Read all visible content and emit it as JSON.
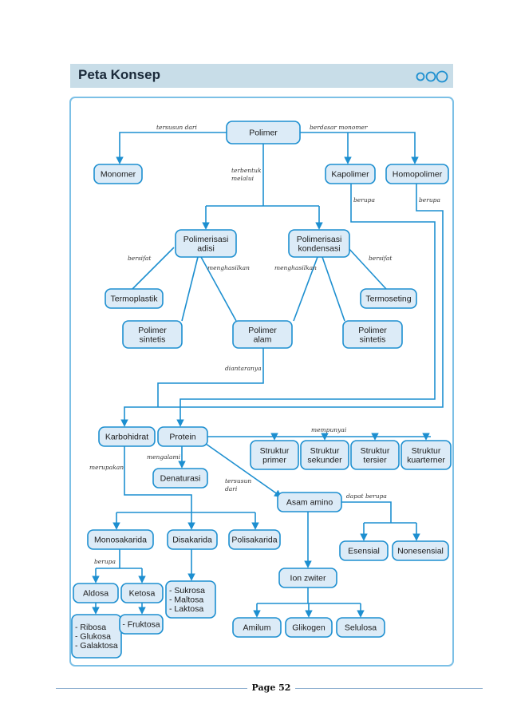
{
  "header": {
    "title": "Peta Konsep"
  },
  "footer": {
    "page": "Page 52"
  },
  "colors": {
    "accent": "#1d8fd0",
    "node_fill": "#dcebf7",
    "header_bg": "#c8dde8"
  },
  "nodes": {
    "polimer": [
      "Polimer"
    ],
    "monomer": [
      "Monomer"
    ],
    "kapolimer": [
      "Kapolimer"
    ],
    "homopolimer": [
      "Homopolimer"
    ],
    "adisi": [
      "Polimerisasi",
      "adisi"
    ],
    "kondensasi": [
      "Polimerisasi",
      "kondensasi"
    ],
    "termoplastik": [
      "Termoplastik"
    ],
    "termoseting": [
      "Termoseting"
    ],
    "sintetis1": [
      "Polimer",
      "sintetis"
    ],
    "alam": [
      "Polimer",
      "alam"
    ],
    "sintetis2": [
      "Polimer",
      "sintetis"
    ],
    "karbohidrat": [
      "Karbohidrat"
    ],
    "protein": [
      "Protein"
    ],
    "primer": [
      "Struktur",
      "primer"
    ],
    "sekunder": [
      "Struktur",
      "sekunder"
    ],
    "tersier": [
      "Struktur",
      "tersier"
    ],
    "kuarterner": [
      "Struktur",
      "kuarterner"
    ],
    "denaturasi": [
      "Denaturasi"
    ],
    "asam_amino": [
      "Asam amino"
    ],
    "monosakarida": [
      "Monosakarida"
    ],
    "disakarida": [
      "Disakarida"
    ],
    "polisakarida": [
      "Polisakarida"
    ],
    "esensial": [
      "Esensial"
    ],
    "nonesensial": [
      "Nonesensial"
    ],
    "aldosa": [
      "Aldosa"
    ],
    "ketosa": [
      "Ketosa"
    ],
    "ion_zwiter": [
      "Ion zwiter"
    ],
    "sukrosa": [
      "- Sukrosa",
      "- Maltosa",
      "- Laktosa"
    ],
    "ribosa": [
      "- Ribosa",
      "- Glukosa",
      "- Galaktosa"
    ],
    "fruktosa": [
      "- Fruktosa"
    ],
    "amilum": [
      "Amilum"
    ],
    "glikogen": [
      "Glikogen"
    ],
    "selulosa": [
      "Selulosa"
    ]
  },
  "labels": {
    "tersusun_dari": [
      "tersusun dari"
    ],
    "berdasar_monomer": [
      "berdasar monomer"
    ],
    "terbentuk_melalui": [
      "terbentuk",
      "melalui"
    ],
    "berupa1": [
      "berupa"
    ],
    "berupa2": [
      "berupa"
    ],
    "bersifat1": [
      "bersifat"
    ],
    "bersifat2": [
      "bersifat"
    ],
    "menghasilkan1": [
      "menghasilkan"
    ],
    "menghasilkan2": [
      "menghasilkan"
    ],
    "diantaranya": [
      "diantaranya"
    ],
    "mempunyai": [
      "mempunyai"
    ],
    "merupakan": [
      "merupakan"
    ],
    "mengalami": [
      "mengalami"
    ],
    "tersusun_dari2": [
      "tersusun",
      "dari"
    ],
    "dapat_berupa": [
      "dapat berupa"
    ],
    "berupa3": [
      "berupa"
    ]
  }
}
